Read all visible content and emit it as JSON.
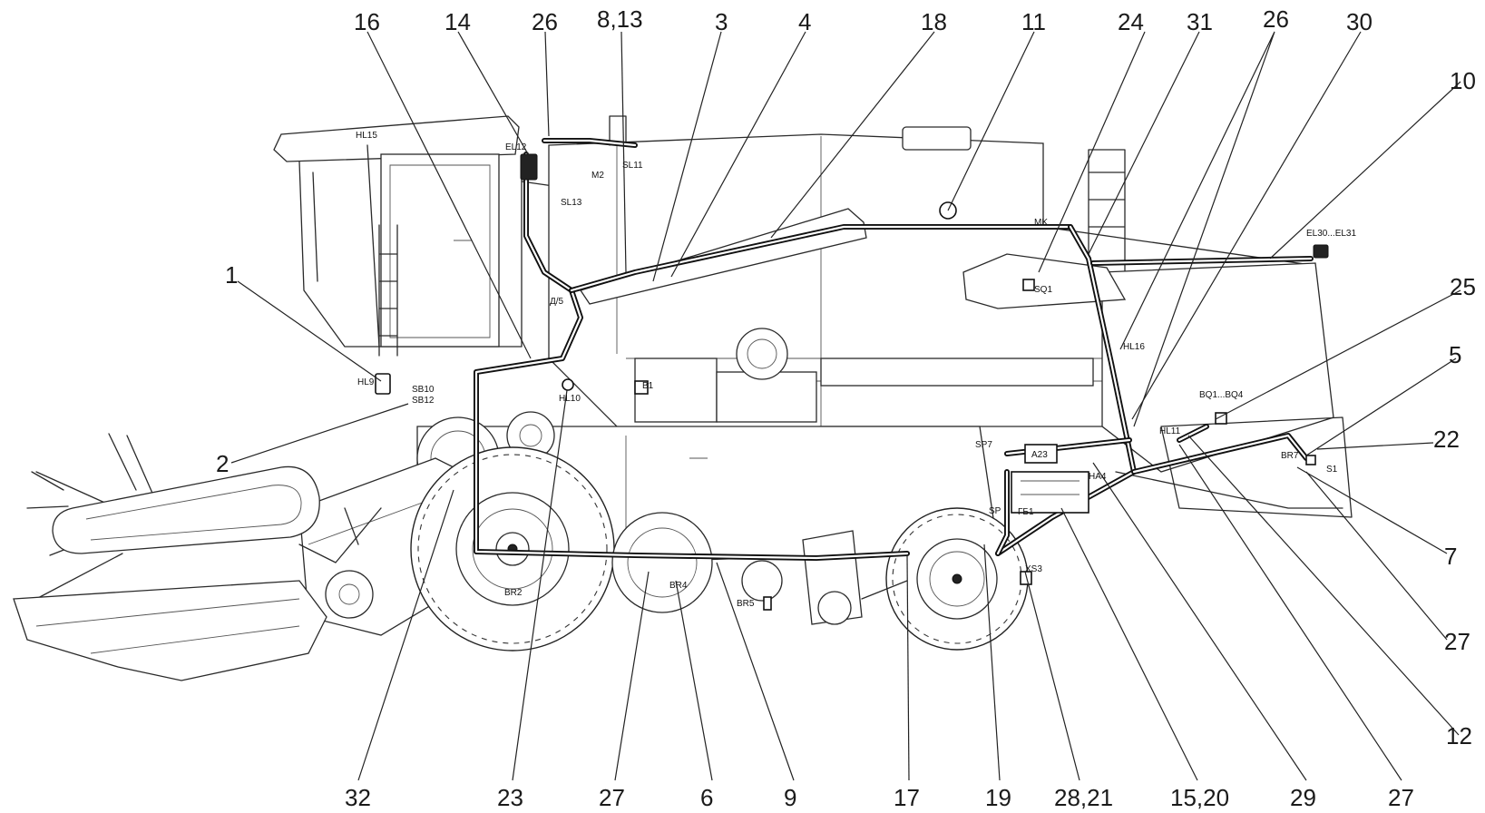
{
  "callouts": [
    "16",
    "14",
    "26",
    "8,13",
    "3",
    "4",
    "18",
    "11",
    "24",
    "31",
    "26",
    "30",
    "10",
    "1",
    "25",
    "5",
    "22",
    "2",
    "7",
    "27",
    "12",
    "32",
    "23",
    "27",
    "6",
    "9",
    "17",
    "19",
    "28,21",
    "15,20",
    "29",
    "27"
  ],
  "component_labels": [
    "HL15",
    "EL12",
    "M2",
    "SL11",
    "SL13",
    "HL9",
    "SB10",
    "SB12",
    "HL10",
    "B1",
    "Д/5",
    "MK",
    "SQ1",
    "EL30...EL31",
    "HL16",
    "BQ1...BQ4",
    "HL11",
    "SP7",
    "A23",
    "HA4",
    "ГБ1",
    "SP",
    "XS3",
    "BR7",
    "S1",
    "BR2",
    "BR4",
    "BR5"
  ]
}
